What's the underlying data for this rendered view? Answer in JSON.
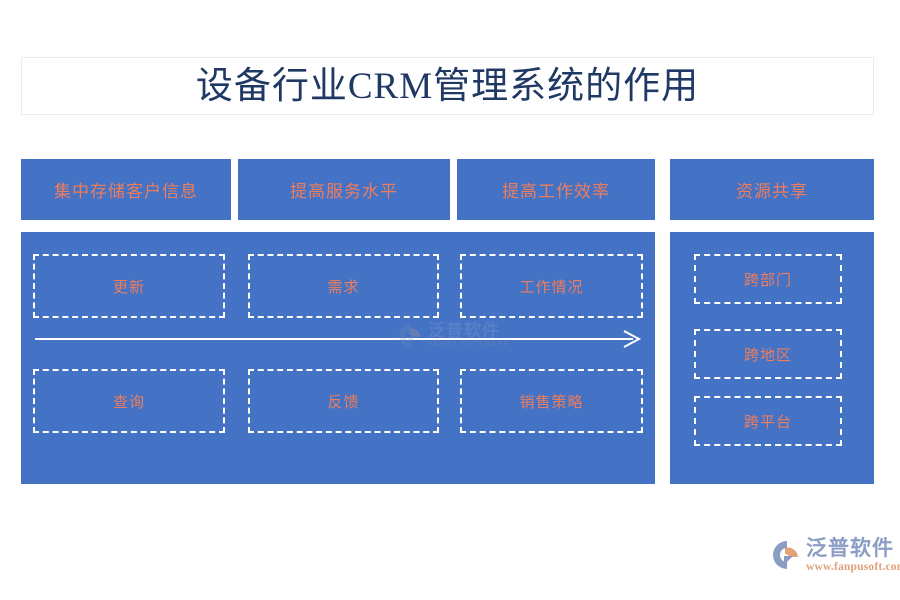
{
  "page": {
    "title": "设备行业CRM管理系统的作用",
    "background_color": "#ffffff",
    "panel_color": "#4472c4",
    "accent_text_color": "#ed7d5e",
    "title_color": "#1f3864"
  },
  "headers": [
    {
      "label": "集中存储客户信息"
    },
    {
      "label": "提高服务水平"
    },
    {
      "label": "提高工作效率"
    },
    {
      "label": "资源共享"
    }
  ],
  "left_panel": {
    "row_top": [
      {
        "label": "更新"
      },
      {
        "label": "需求"
      },
      {
        "label": "工作情况"
      }
    ],
    "arrow": {
      "name": "right-arrow",
      "direction": "right",
      "color": "#ffffff"
    },
    "row_bottom": [
      {
        "label": "查询"
      },
      {
        "label": "反馈"
      },
      {
        "label": "销售策略"
      }
    ]
  },
  "right_panel": {
    "items": [
      {
        "label": "跨部门"
      },
      {
        "label": "跨地区"
      },
      {
        "label": "跨平台"
      }
    ]
  },
  "watermark": {
    "brand_cn": "泛普软件",
    "brand_en": "FANPU SOFTWARE",
    "icon": "fanpu-logo-mark"
  },
  "brand_logo": {
    "brand_cn": "泛普软件",
    "url": "www.fanpusoft.com",
    "icon": "fanpu-logo-mark"
  }
}
